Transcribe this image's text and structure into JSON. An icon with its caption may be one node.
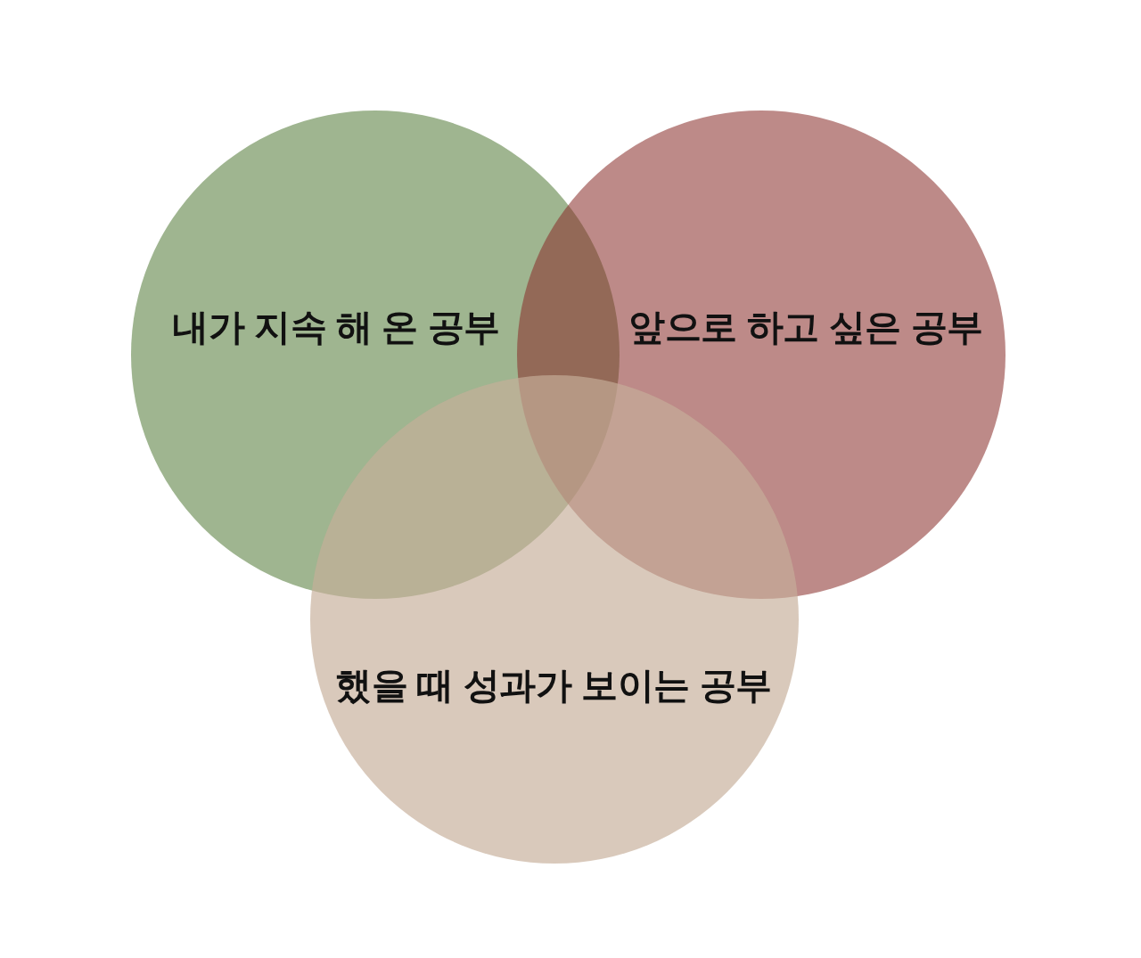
{
  "diagram": {
    "nodes": [
      {
        "text": [
          "내가 지속 해 온 공부"
        ]
      },
      {
        "text": [
          "앞으로 하고 싶은 공부"
        ]
      },
      {
        "text": [
          "했을 때 성과가 보이는 공부"
        ]
      }
    ]
  }
}
